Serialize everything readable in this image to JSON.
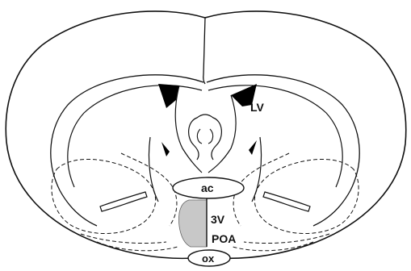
{
  "figure": {
    "colors": {
      "line": "#111111",
      "ventricle_fill": "#000000",
      "poa_fill": "#c8c8c8",
      "background": "#ffffff"
    },
    "labels": {
      "lv": "LV",
      "ac": "ac",
      "third_ventricle": "3V",
      "poa": "POA",
      "ox": "ox"
    }
  }
}
